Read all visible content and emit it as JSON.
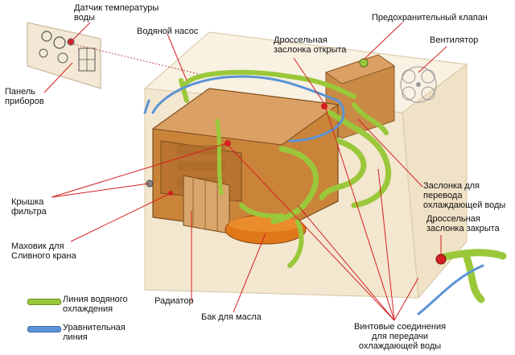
{
  "labels": {
    "temp_sensor": "Датчик температуры\nводы",
    "water_pump": "Водяной насос",
    "safety_valve": "Предохранительный клапан",
    "throttle_open": "Дроссельная\nзаслонка открыта",
    "fan": "Вентилятор",
    "dashboard": "Панель\nприборов",
    "coolant_valve": "Заслонка для\nперевода\nохлаждающей воды",
    "throttle_closed": "Дроссельная\nзаслонка закрыта",
    "filter_cap": "Крышка\nфильтра",
    "drain_flywheel": "Маховик для\nСливного крана",
    "radiator": "Радиатор",
    "oil_tank": "Бак для масла",
    "screw_connections": "Винтовые соединения\nдля передачи\nохлаждающей воды"
  },
  "legend": [
    {
      "text": "Линия водяного\nохлаждения",
      "color": "#9ac83a"
    },
    {
      "text": "Уравнительная\nлиния",
      "color": "#5b93d6"
    }
  ],
  "colors": {
    "leader": "#d42020",
    "coolant_line": "#9ac83a",
    "balance_line": "#5b93d6",
    "engine": "#c9843a",
    "housing": "#f4e9d3"
  }
}
